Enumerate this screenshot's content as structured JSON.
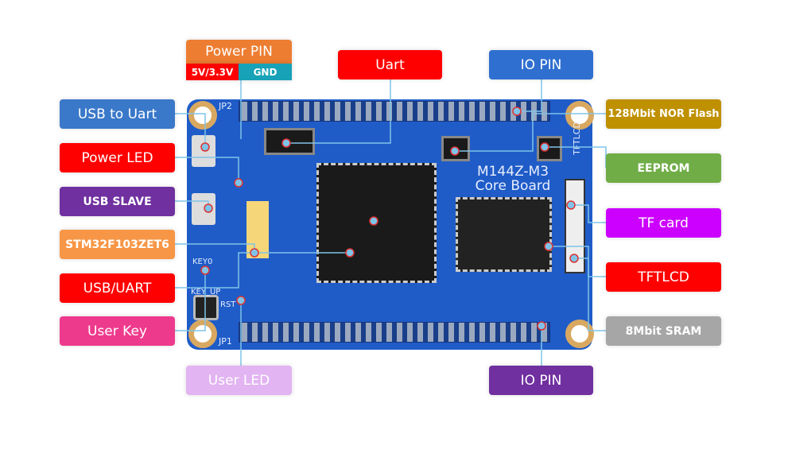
{
  "labels": {
    "power_pin": "Power PIN",
    "power_5v": "5V/3.3V",
    "power_gnd": "GND",
    "uart": "Uart",
    "io_pin_top": "IO PIN",
    "io_pin_bottom": "IO PIN",
    "usb_to_uart": "USB to Uart",
    "power_led": "Power LED",
    "usb_slave": "USB SLAVE",
    "mcu": "STM32F103ZET6",
    "usb_uart": "USB/UART",
    "user_key": "User Key",
    "user_led": "User LED",
    "nor_flash": "128Mbit NOR Flash",
    "eeprom": "EEPROM",
    "tf_card": "TF card",
    "tftlcd": "TFTLCD",
    "sram": "8Mbit SRAM"
  },
  "board": {
    "name_line1": "M144Z-M3",
    "name_line2": "Core Board",
    "jp2": "JP2",
    "jp1": "JP1",
    "tftlcd_silk": "TFTLCD",
    "key0": "KEY0",
    "key_up": "KEY_UP",
    "rst": "RST"
  },
  "colors": {
    "board": "#1f5cc8",
    "orange": "#ed7d31",
    "red": "#f00000",
    "blue": "#2f6fd0",
    "purple": "#7030a0",
    "gold": "#bf9000",
    "green": "#70ad47",
    "magenta": "#cc00ff",
    "gray": "#a6a6a6",
    "pink": "#ee3a8c"
  }
}
